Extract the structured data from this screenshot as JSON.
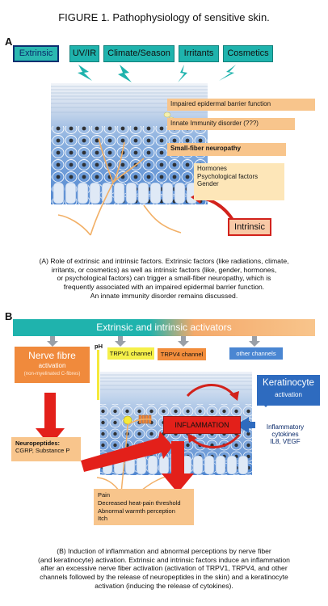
{
  "figure_title": "FIGURE 1. Pathophysiology of sensitive skin.",
  "panel_a": {
    "letter": "A",
    "extrinsic_label": "Extrinsic",
    "factors": [
      "UV/IR",
      "Climate/Season",
      "Irritants",
      "Cosmetics"
    ],
    "labels": [
      "Impaired epidermal barrier function",
      "Innate Immunity disorder (???)",
      "Small-fiber neuropathy"
    ],
    "intrinsic_factors": [
      "Hormones",
      "Psychological factors",
      "Gender"
    ],
    "intrinsic_label": "Intrinsic",
    "caption": [
      "(A) Role of extrinsic and intrinsic factors. Extrinsic factors (like radiations, climate,",
      "irritants, or cosmetics) as well as intrinsic factors (like, gender, hormones,",
      "or psychological factors) can trigger a small-fiber neuropathy, which is",
      "frequently associated with an impaired epidermal barrier function.",
      "An innate immunity disorder remains discussed."
    ]
  },
  "panel_b": {
    "letter": "B",
    "banner": "Extrinsic and intrinsic activators",
    "ph_label": "pH",
    "channels": {
      "trpv1": "TRPV1 channel",
      "trpv4": "TRPV4 channel",
      "other": "other channels"
    },
    "nerve": {
      "title": "Nerve fibre",
      "subtitle": "activation",
      "note": "(non-myelinated C-fibres)"
    },
    "keratinocyte": {
      "title": "Keratinocyte",
      "subtitle": "activation"
    },
    "cytokines": [
      "Inflammatory",
      "cytokines",
      "IL8, VEGF"
    ],
    "inflammation": "INFLAMMATION",
    "neuropeptides": {
      "title": "Neuropeptides:",
      "items": "CGRP, Substance P"
    },
    "perceptions": [
      "Pain",
      "Decreased heat-pain threshold",
      "Abnormal  warmth perception",
      "Itch"
    ],
    "caption": [
      "(B) Induction of inflammation and abnormal perceptions by nerve fiber",
      "(and keratinocyte) activation. Extrinsic and intrinsic factors induce an inflammation",
      "after an excessive nerve fiber activation (activation of TRPV1, TRPV4, and other",
      "channels followed by the release of neuropeptides in the skin) and a keratinocyte",
      "activation (inducing the release of cytokines)."
    ]
  },
  "colors": {
    "teal": "#1fb3ad",
    "orange": "#f08a3c",
    "light_orange": "#f8c58c",
    "red": "#e3201a",
    "blue": "#2e6bbf",
    "skin_blue": "#6f9fd8"
  }
}
